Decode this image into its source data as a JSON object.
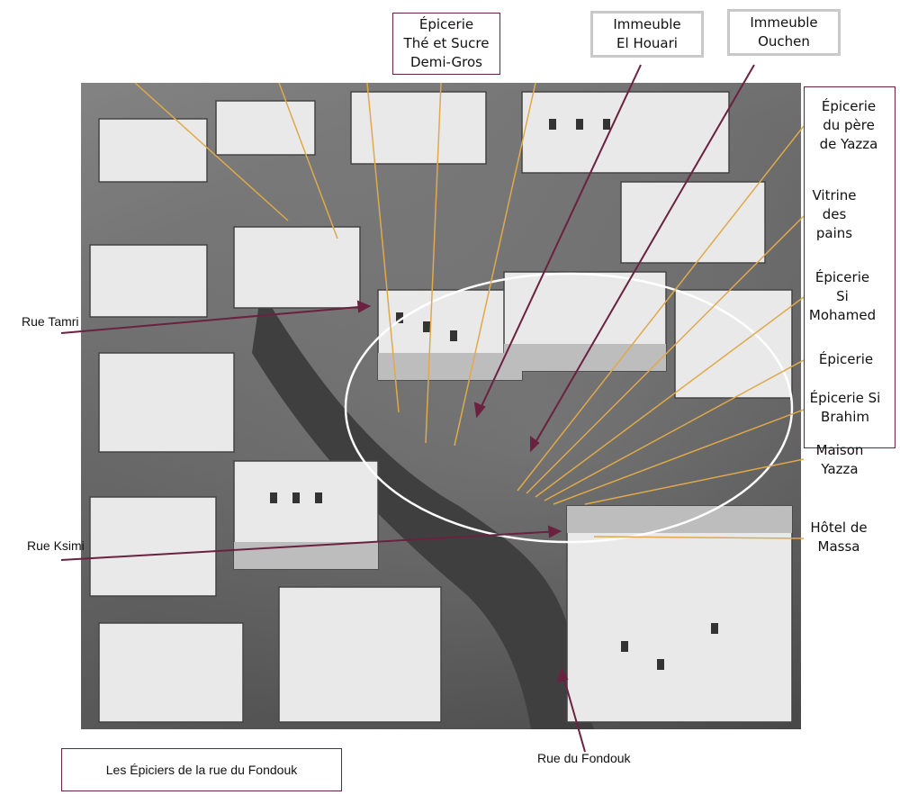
{
  "labels": {
    "epicerie_the_sucre": "Épicerie\nThé et Sucre\nDemi-Gros",
    "immeuble_el_houari": "Immeuble\nEl Houari",
    "immeuble_ouchen": "Immeuble\nOuchen",
    "epicerie_pere_yazza": "Épicerie\ndu père\nde Yazza",
    "vitrine_pains": "Vitrine\ndes\npains",
    "epicerie_si_mohamed": "Épicerie\nSi\nMohamed",
    "epicerie": "Épicerie",
    "epicerie_si_brahim": "Épicerie Si\nBrahim",
    "maison_yazza": "Maison\nYazza",
    "hotel_de_massa": "Hôtel de\nMassa",
    "rue_tamri": "Rue Tamri",
    "rue_ksimi": "Rue Ksimi",
    "rue_du_fondouk": "Rue du Fondouk"
  },
  "caption": "Les Épiciers de la rue du Fondouk",
  "colors": {
    "street_arrow": "#6b2140",
    "shop_line": "#e0a94a",
    "box_border": "#6b2140",
    "grey_box": "#c9c9c9",
    "ellipse": "#ffffff"
  }
}
